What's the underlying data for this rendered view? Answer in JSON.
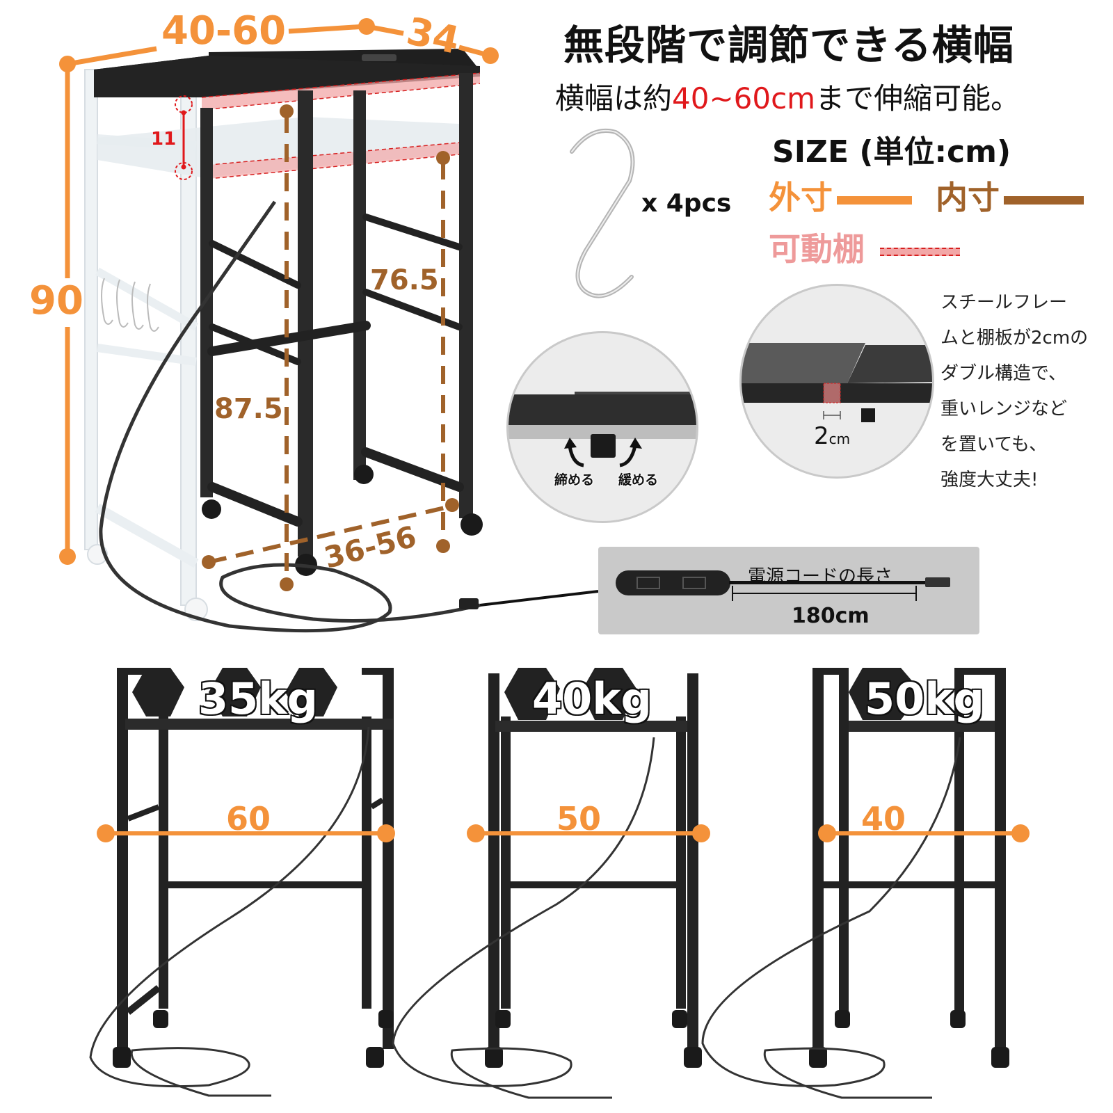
{
  "header": {
    "title": "無段階で調節できる横幅",
    "subtitle_prefix": "横幅は約",
    "subtitle_accent": "40~60cm",
    "subtitle_suffix": "まで伸縮可能。"
  },
  "legend": {
    "size_title": "SIZE (単位:cm)",
    "outer_label": "外寸",
    "inner_label": "内寸",
    "movable_label": "可動棚"
  },
  "accessories": {
    "hook_icon": "s-hook-icon",
    "hook_count": "x 4pcs"
  },
  "description": {
    "lines": [
      "スチールフレー",
      "ムと棚板が2cmの",
      "ダブル構造で、",
      "重いレンジなど",
      "を置いても、",
      "強度大丈夫!"
    ]
  },
  "detail_circles": {
    "knob": {
      "tighten_label": "締める",
      "loosen_label": "緩める"
    },
    "thickness": {
      "value": "2",
      "unit": "cm"
    }
  },
  "cord": {
    "title": "電源コードの長さ",
    "length": "180cm"
  },
  "main_dimensions": {
    "width": "40-60",
    "depth": "34",
    "height": "90",
    "shelf_gap": "11",
    "inner_height_front": "87.5",
    "inner_height_back": "76.5",
    "inner_width": "36-56"
  },
  "configurations": [
    {
      "weight": "35kg",
      "width": "60"
    },
    {
      "weight": "40kg",
      "width": "50"
    },
    {
      "weight": "50kg",
      "width": "40"
    }
  ],
  "colors": {
    "outer": "#f4923a",
    "inner": "#a0622a",
    "movable": "#ee9a9a",
    "accent_red": "#e0181b",
    "frame": "#2a2a2a"
  }
}
